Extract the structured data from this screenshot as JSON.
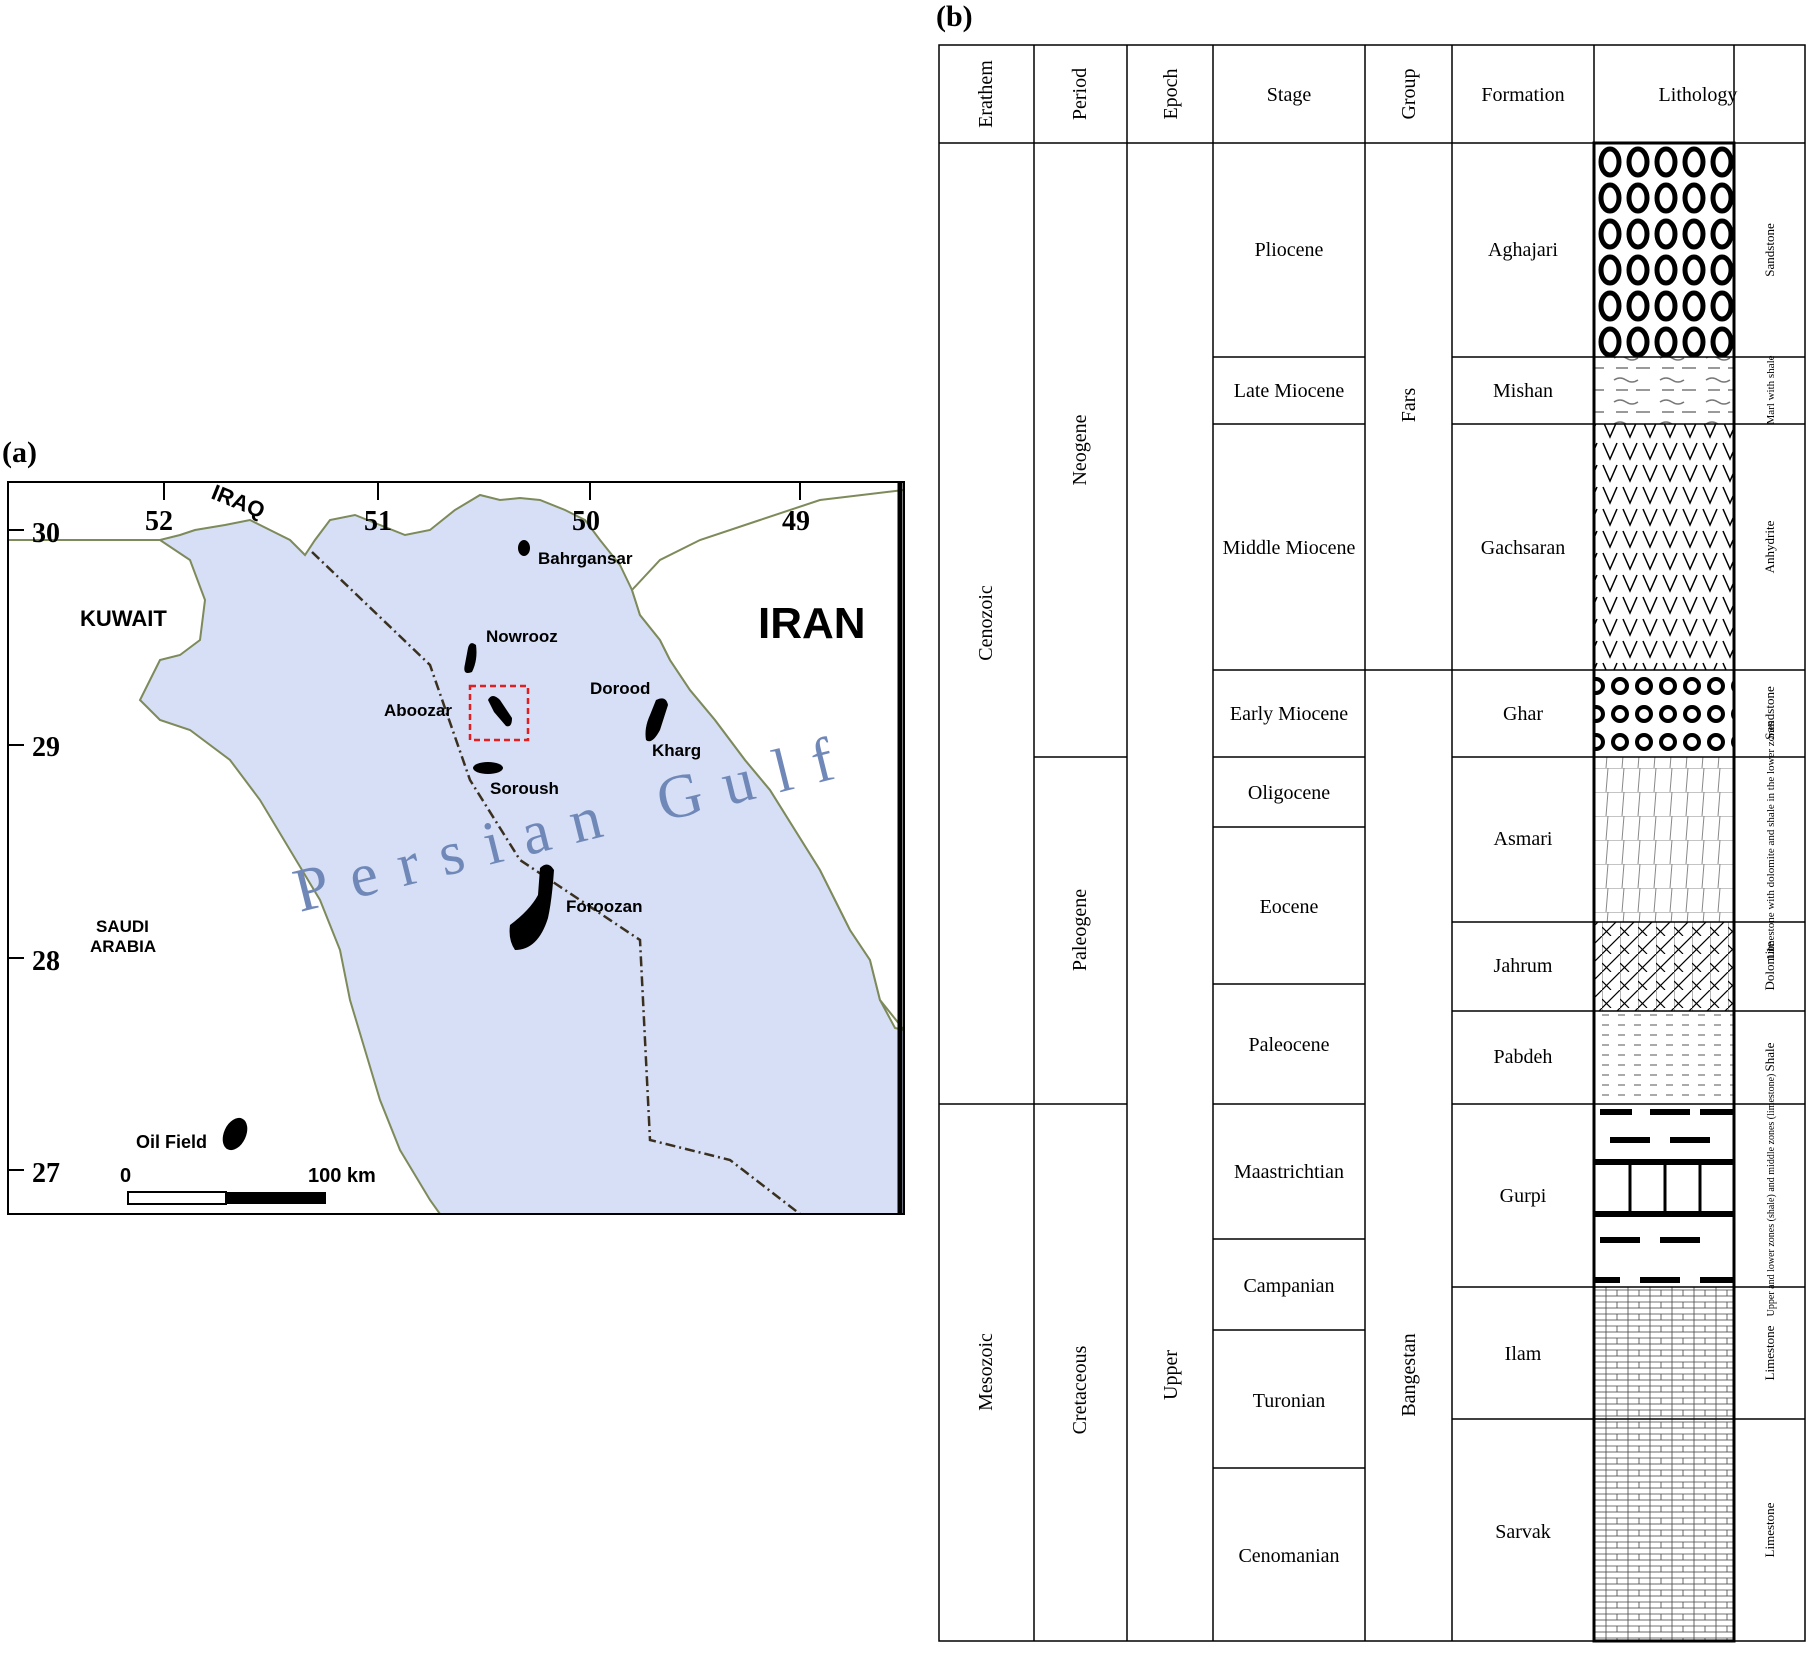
{
  "panels": {
    "a": "(a)",
    "b": "(b)"
  },
  "map": {
    "lon_ticks": [
      "52",
      "51",
      "50",
      "49"
    ],
    "lat_ticks": [
      "30",
      "29",
      "28",
      "27"
    ],
    "countries": {
      "iraq": "IRAQ",
      "kuwait": "KUWAIT",
      "iran": "IRAN",
      "saudi_1": "SAUDI",
      "saudi_2": "ARABIA"
    },
    "sea_label": "Persian Gulf",
    "fields": [
      "Bahrgansar",
      "Nowrooz",
      "Aboozar",
      "Dorood",
      "Kharg",
      "Soroush",
      "Foroozan"
    ],
    "legend_label": "Oil Field",
    "scale": {
      "zero": "0",
      "max": "100 km"
    },
    "colors": {
      "sea": "#d6dff5",
      "land": "#ffffff",
      "coast": "#7d8a5a",
      "highlight": "#e02020"
    }
  },
  "column": {
    "headers": [
      "Erathem",
      "Period",
      "Epoch",
      "Stage",
      "Group",
      "Formation",
      "Lithology"
    ],
    "erathems": [
      "Cenozoic",
      "Mesozoic"
    ],
    "periods": [
      "Neogene",
      "Paleogene",
      "Cretaceous"
    ],
    "epochs": [
      "Upper"
    ],
    "stages": [
      "Pliocene",
      "Late Miocene",
      "Middle Miocene",
      "Early Miocene",
      "Oligocene",
      "Eocene",
      "Paleocene",
      "Maastrichtian",
      "Campanian",
      "Turonian",
      "Cenomanian"
    ],
    "groups": [
      "Fars",
      "Bangestan"
    ],
    "formations": [
      "Aghajari",
      "Mishan",
      "Gachsaran",
      "Ghar",
      "Asmari",
      "Jahrum",
      "Pabdeh",
      "Gurpi",
      "Ilam",
      "Sarvak"
    ],
    "lithology_labels": [
      "Sandstone",
      "Marl with shale",
      "Anhydrite",
      "Sandstone",
      "Limestone with dolomite and shale in the lower zones",
      "Dolomite",
      "Shale",
      "Upper and lower zones (shale) and middle zones (limestone)",
      "Limestone",
      "Limestone"
    ]
  }
}
